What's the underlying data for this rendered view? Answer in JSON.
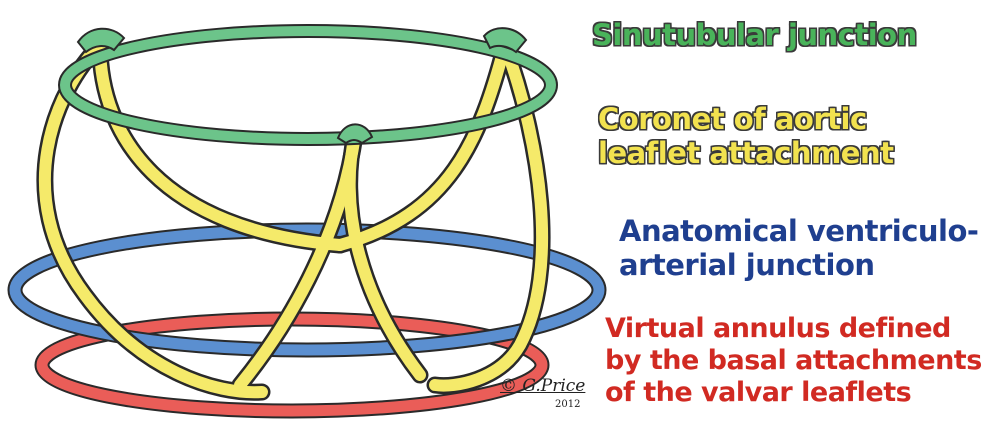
{
  "labels": {
    "sinutubular": "Sinutubular junction",
    "coronet_line1": "Coronet of aortic",
    "coronet_line2": "leaflet attachment",
    "vaj_line1": "Anatomical ventriculo-",
    "vaj_line2": "arterial junction",
    "virtual_line1": "Virtual annulus defined",
    "virtual_line2": "by the basal attachments",
    "virtual_line3": "of the valvar leaflets"
  },
  "signature": {
    "name": "© G.Price",
    "year": "2012"
  },
  "colors": {
    "sinutubular": "#6cc48a",
    "coronet": "#f5ea6a",
    "ventriculo_arterial": "#5b8fd0",
    "virtual_annulus": "#ea5d58",
    "label_green": "#49b35a",
    "label_yellow": "#f2e24f",
    "label_blue": "#1f3f8f",
    "label_red": "#d12a22",
    "outline": "#2a2a2a"
  }
}
